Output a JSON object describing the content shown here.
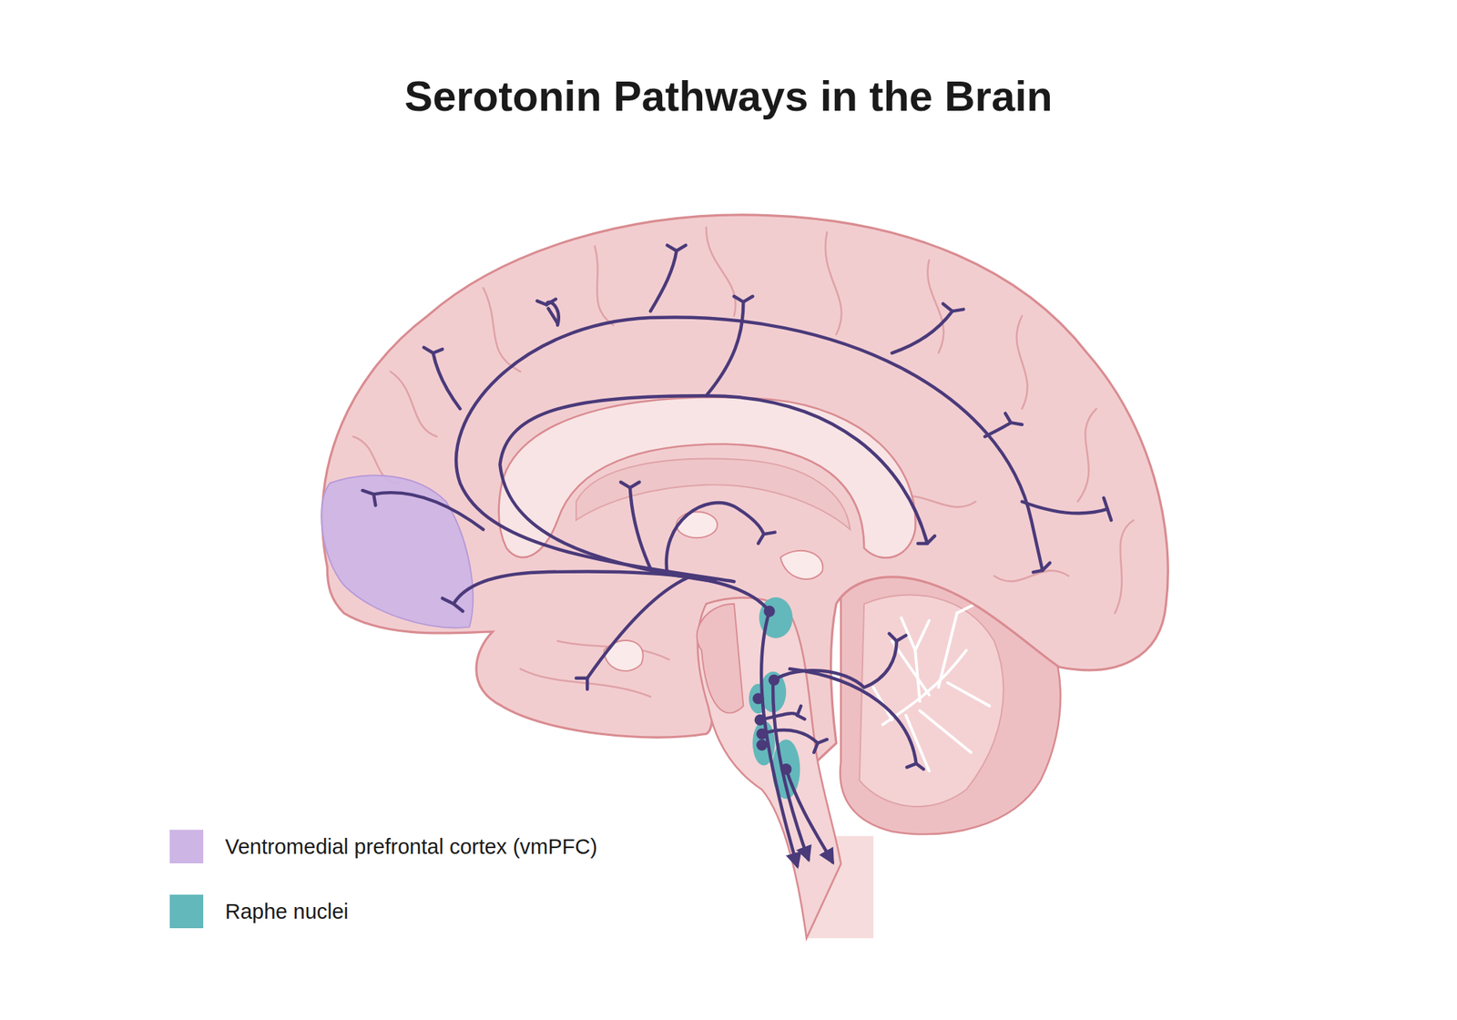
{
  "diagram": {
    "title": "Serotonin Pathways in the Brain",
    "legend": [
      {
        "text": "Ventromedial prefrontal cortex (vmPFC)",
        "color": "#cdb5e6"
      },
      {
        "text": "Raphe nuclei",
        "color": "#63b8bb"
      }
    ]
  }
}
